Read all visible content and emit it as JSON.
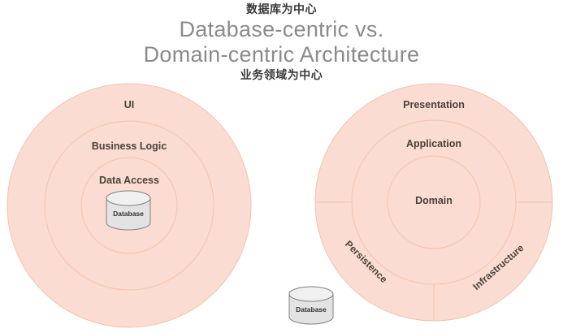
{
  "title": {
    "cn_top": "数据库为中心",
    "line1": "Database-centric vs.",
    "line2": "Domain-centric Architecture",
    "cn_bottom": "业务领域为中心"
  },
  "colors": {
    "ring_fill": "#fbdcd2",
    "ring_stroke": "#f3c3ad",
    "label_text": "#4a4038",
    "title_text": "#8a8a8a",
    "cn_text": "#3a3a3a",
    "cylinder_fill": "#e3e3e3",
    "cylinder_top": "#f0f0f0",
    "cylinder_stroke": "#808080",
    "background": "#ffffff"
  },
  "left_diagram": {
    "name": "Database-centric Architecture",
    "rings": [
      {
        "id": "ui",
        "label": "UI"
      },
      {
        "id": "business-logic",
        "label": "Business Logic"
      },
      {
        "id": "data-access",
        "label": "Data Access"
      }
    ],
    "center_cylinder": {
      "label": "Database"
    }
  },
  "right_diagram": {
    "name": "Domain-centric Architecture",
    "rings": [
      {
        "id": "presentation",
        "label": "Presentation"
      },
      {
        "id": "application",
        "label": "Application"
      },
      {
        "id": "domain",
        "label": "Domain"
      }
    ],
    "sectors": [
      {
        "id": "persistence",
        "label": "Persistence"
      },
      {
        "id": "infrastructure",
        "label": "Infrastructure"
      }
    ]
  },
  "external_cylinder": {
    "label": "Database"
  }
}
